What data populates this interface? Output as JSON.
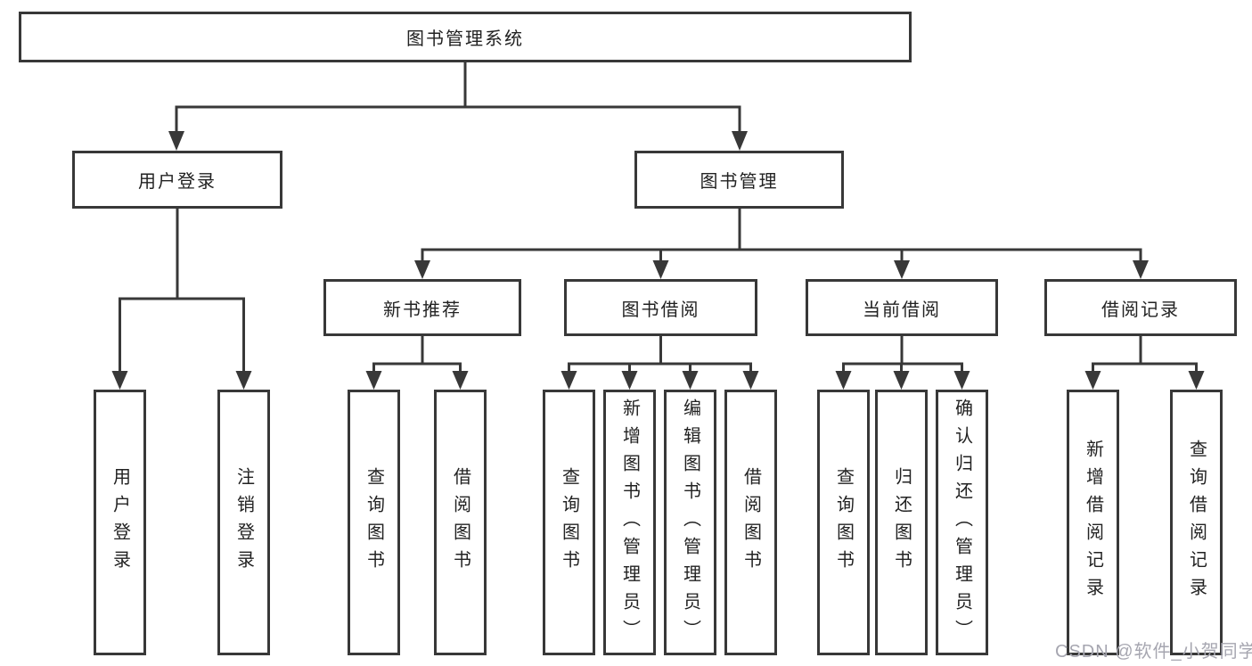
{
  "tree": {
    "label": "图书管理系统",
    "children": [
      {
        "label": "用户登录",
        "children": [
          {
            "label": "用户登录"
          },
          {
            "label": "注销登录"
          }
        ]
      },
      {
        "label": "图书管理",
        "children": [
          {
            "label": "新书推荐",
            "children": [
              {
                "label": "查询图书"
              },
              {
                "label": "借阅图书"
              }
            ]
          },
          {
            "label": "图书借阅",
            "children": [
              {
                "label": "查询图书"
              },
              {
                "label": "新增图书（管理员）"
              },
              {
                "label": "编辑图书（管理员）"
              },
              {
                "label": "借阅图书"
              }
            ]
          },
          {
            "label": "当前借阅",
            "children": [
              {
                "label": "查询图书"
              },
              {
                "label": "归还图书"
              },
              {
                "label": "确认归还（管理员）"
              }
            ]
          },
          {
            "label": "借阅记录",
            "children": [
              {
                "label": "新增借阅记录"
              },
              {
                "label": "查询借阅记录"
              }
            ]
          }
        ]
      }
    ]
  },
  "watermark": {
    "text": "CSDN @软件_小贺同学"
  },
  "colors": {
    "line": "#383838",
    "box_fill": "#ffffff",
    "text": "#222222",
    "watermark": "#a6a6b0",
    "background": "#ffffff"
  }
}
